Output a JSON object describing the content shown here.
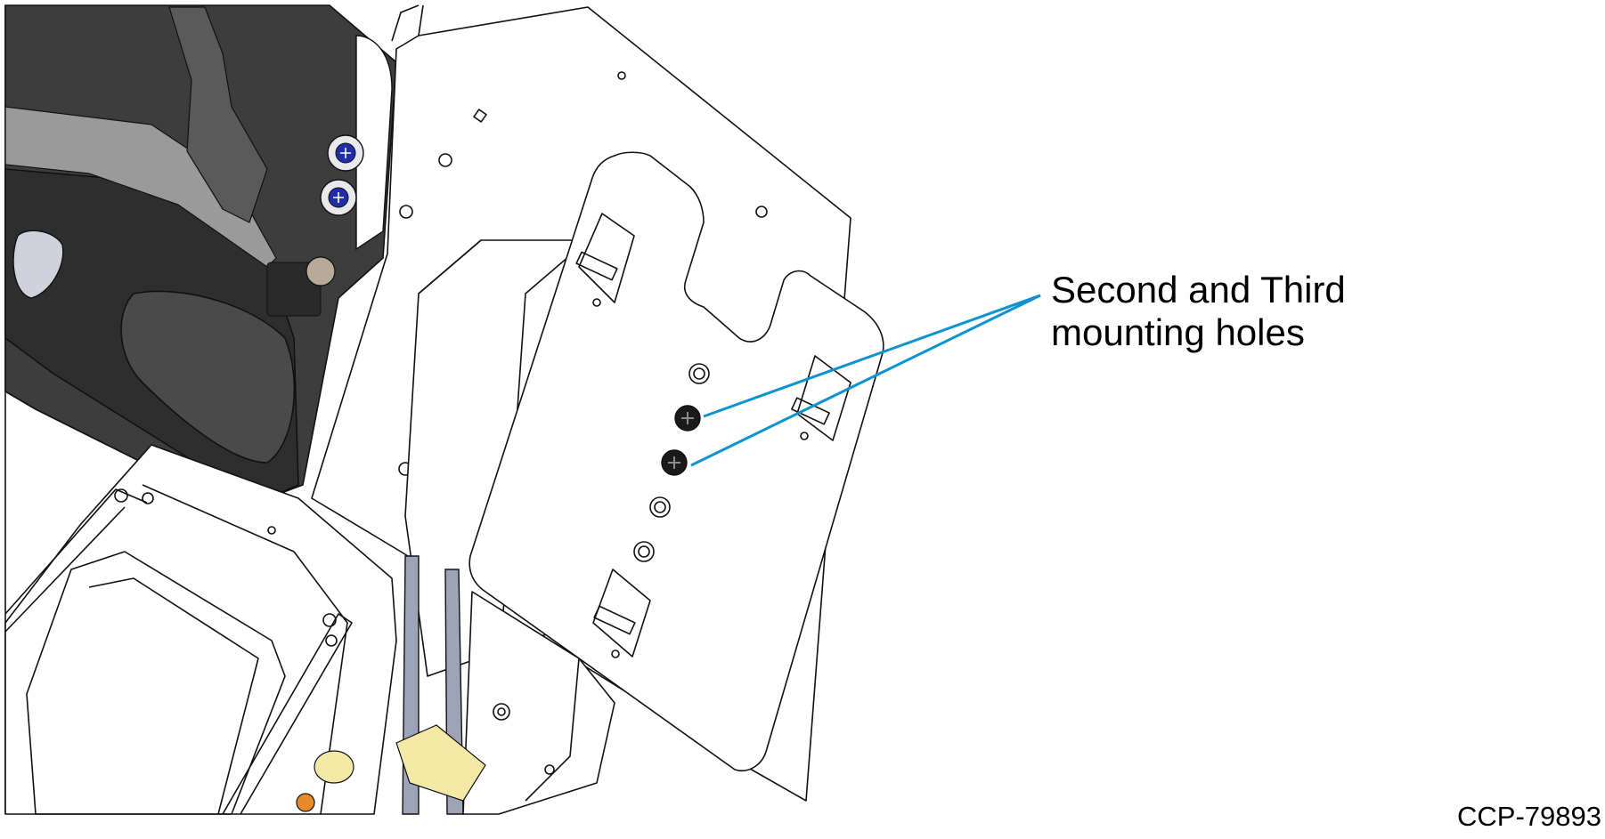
{
  "callout": {
    "line1": "Second and Third",
    "line2": "mounting holes",
    "leader_color": "#0c93d2"
  },
  "figure_id": "CCP-79893",
  "colors": {
    "housing_dark": "#3d3d3d",
    "housing_mid": "#5a5a5a",
    "housing_light": "#9a9a9a",
    "screw_blue": "#1f2ea8",
    "screw_black": "#1a1a1a",
    "tape_yellow": "#f3e8a6",
    "knob_orange": "#e98a2a",
    "rail_gray": "#9ea4b8"
  },
  "icons": [
    "mounting-screw-icon",
    "screw-head-icon"
  ]
}
